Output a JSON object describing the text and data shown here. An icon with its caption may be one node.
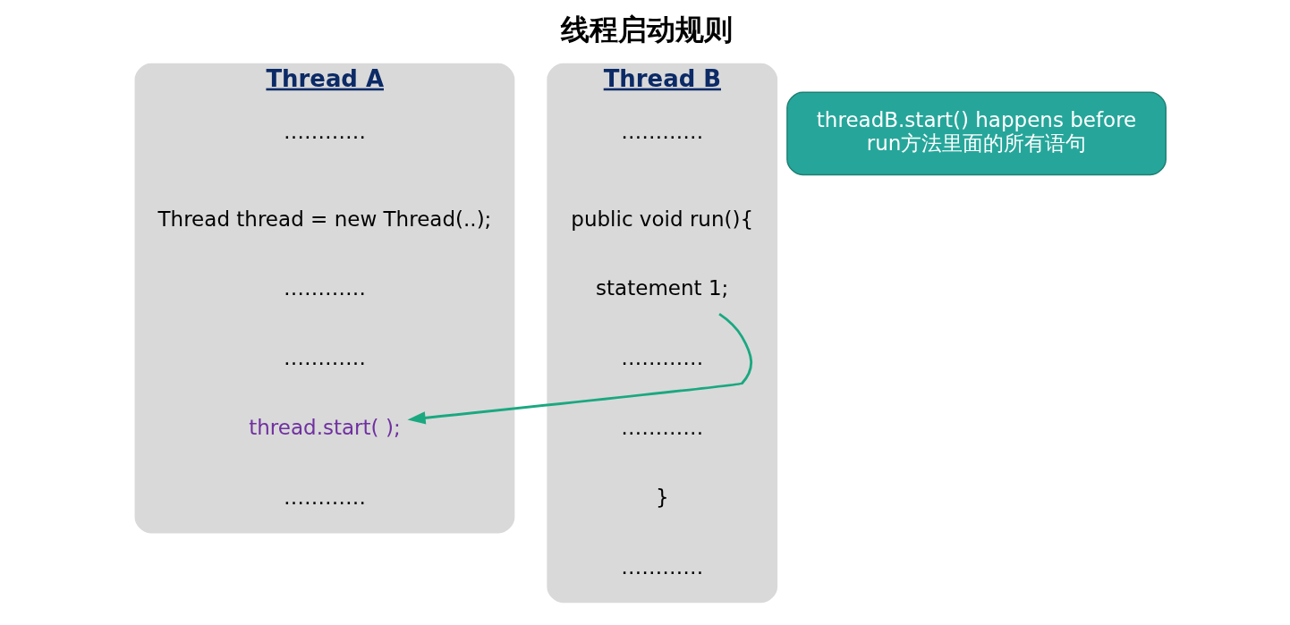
{
  "diagram": {
    "title": "线程启动规则",
    "nodes": [
      {
        "text": [
          "Thread A"
        ]
      },
      {
        "text": [
          "…………"
        ],
        "in": 0
      },
      {
        "text": [
          "Thread thread = new Thread(..);"
        ],
        "in": 0
      },
      {
        "text": [
          "…………"
        ],
        "in": 0
      },
      {
        "text": [
          "…………"
        ],
        "in": 0
      },
      {
        "text": [
          "thread.start( );"
        ],
        "in": 0
      },
      {
        "text": [
          "…………"
        ],
        "in": 0
      },
      {
        "text": [
          "Thread B"
        ]
      },
      {
        "text": [
          "…………"
        ],
        "in": 7
      },
      {
        "text": [
          "public void run(){"
        ],
        "in": 7
      },
      {
        "text": [
          "statement 1;"
        ],
        "in": 7
      },
      {
        "text": [
          "…………"
        ],
        "in": 7
      },
      {
        "text": [
          "…………"
        ],
        "in": 7
      },
      {
        "text": [
          "}"
        ],
        "in": 7
      },
      {
        "text": [
          "…………"
        ],
        "in": 7
      },
      {
        "text": [
          "threadB.start() happens before run方法里面的所有语句"
        ]
      }
    ],
    "edges": [
      {
        "from": 10,
        "to": 5,
        "arrow": "to",
        "color": "#1aa880"
      }
    ]
  }
}
